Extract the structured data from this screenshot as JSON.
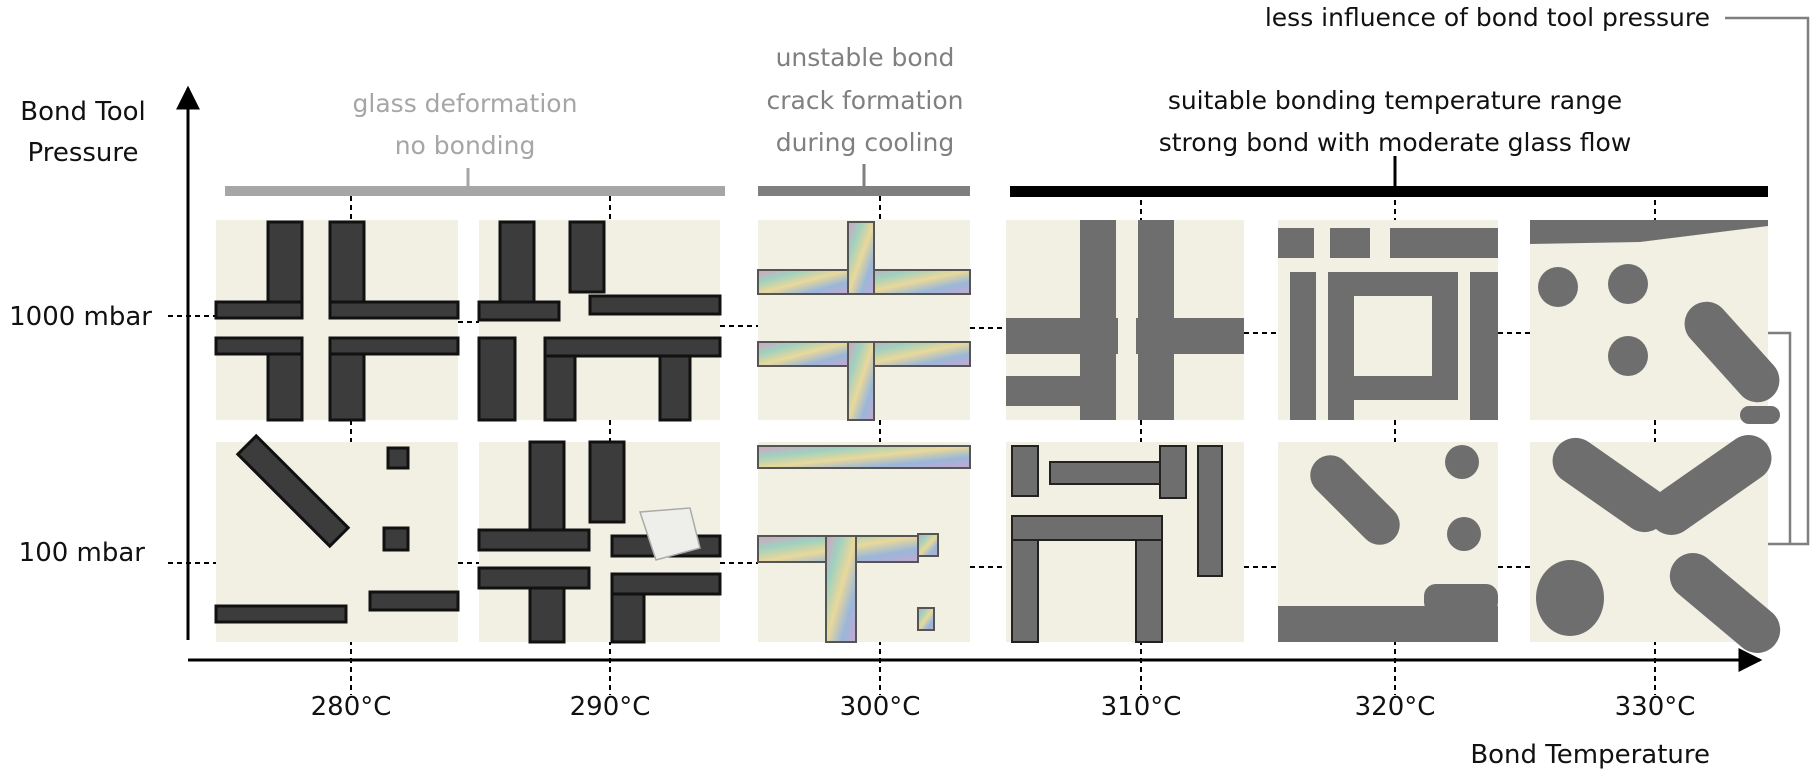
{
  "y_axis": {
    "title_line1": "Bond Tool",
    "title_line2": "Pressure",
    "rows": [
      "1000 mbar",
      "100 mbar"
    ]
  },
  "x_axis": {
    "title": "Bond Temperature",
    "ticks": [
      "280°C",
      "290°C",
      "300°C",
      "310°C",
      "320°C",
      "330°C"
    ]
  },
  "groups": [
    {
      "line1": "glass deformation",
      "line2": "no bonding",
      "bar_color": "#a6a6a6",
      "text_color": "#a6a6a6"
    },
    {
      "line1": "unstable bond",
      "line2": "crack formation",
      "line3": "during cooling",
      "bar_color": "#7f7f7f",
      "text_color": "#7f7f7f"
    },
    {
      "line1": "suitable bonding temperature range",
      "line2": "strong bond with moderate glass flow",
      "bar_color": "#000000",
      "text_color": "#111111"
    }
  ],
  "side_note": "less influence of bond tool pressure",
  "colors": {
    "background_tile": "#f1f0e3",
    "channel_dark": "#3c3c3c",
    "channel_grey": "#6e6e6e",
    "rainbow_fringe": "#9fc7b8"
  }
}
